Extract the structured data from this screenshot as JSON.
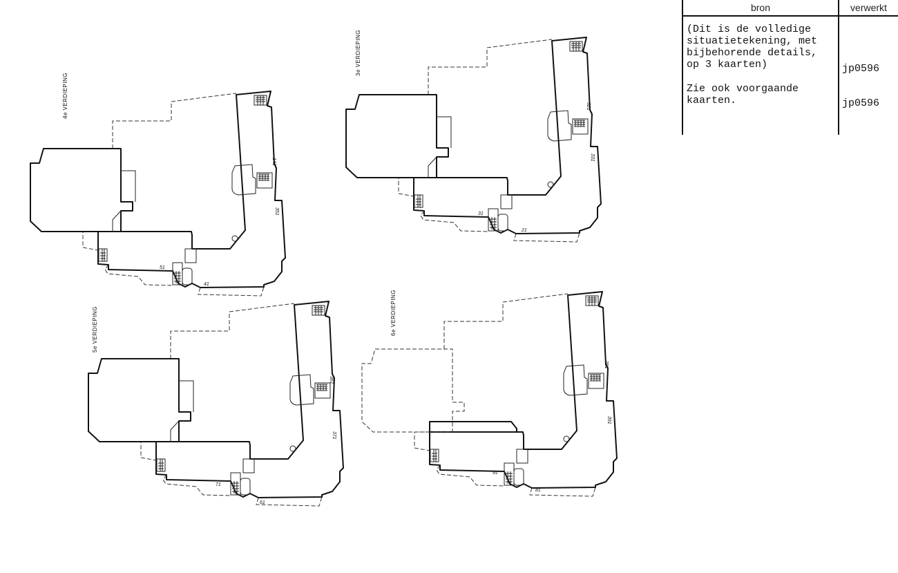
{
  "table": {
    "headers": {
      "source": "bron",
      "processed": "verwerkt"
    },
    "rows": [
      {
        "source": "(Dit is de volledige\nsituatietekening, met\nbijbehorende details,\nop 3 kaarten)",
        "processed": "jp0596"
      },
      {
        "source": "Zie ook voorgaande\nkaarten.",
        "processed": "jp0596"
      }
    ]
  },
  "plans": [
    {
      "title": "4e VERDIEPING",
      "numbers": [
        "141",
        "351",
        "51",
        "41"
      ]
    },
    {
      "title": "3e VERDIEPING",
      "numbers": [
        "321",
        "331",
        "31",
        "21"
      ]
    },
    {
      "title": "5e VERDIEPING",
      "numbers": [
        "361",
        "371",
        "71",
        "61"
      ]
    },
    {
      "title": "6e VERDIEPING",
      "numbers": [
        "381",
        "391",
        "91",
        "81"
      ]
    }
  ]
}
